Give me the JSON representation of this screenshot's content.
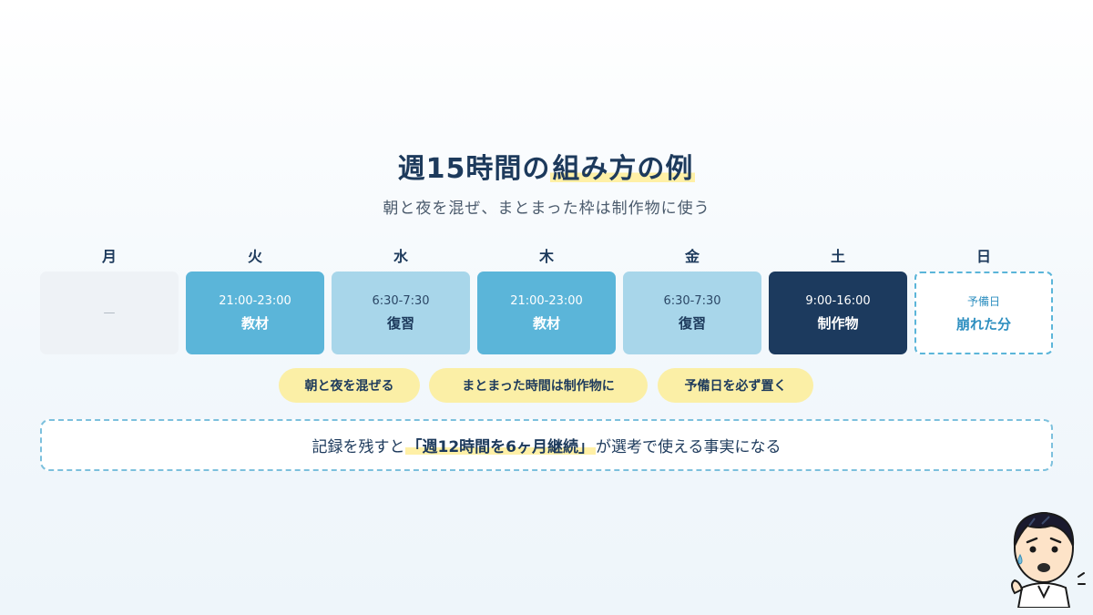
{
  "header": {
    "title_main": "週15時間の",
    "title_highlight": "組み方の例",
    "subtitle": "朝と夜を混ぜ、まとまった枠は制作物に使う"
  },
  "days": [
    "月",
    "火",
    "水",
    "木",
    "金",
    "土",
    "日"
  ],
  "slots": [
    {
      "time": "",
      "task": "—",
      "style": "empty"
    },
    {
      "time": "21:00-23:00",
      "task": "教材",
      "style": "mid"
    },
    {
      "time": "6:30-7:30",
      "task": "復習",
      "style": "light"
    },
    {
      "time": "21:00-23:00",
      "task": "教材",
      "style": "mid"
    },
    {
      "time": "6:30-7:30",
      "task": "復習",
      "style": "light"
    },
    {
      "time": "9:00-16:00",
      "task": "制作物",
      "style": "dark"
    },
    {
      "time": "予備日",
      "task": "崩れた分",
      "style": "reserve"
    }
  ],
  "pills": [
    "朝と夜を混ぜる",
    "まとまった時間は制作物に",
    "予備日を必ず置く"
  ],
  "note": {
    "before": "記録を残すと",
    "highlight": "「週12時間を6ヶ月継続」",
    "after": "が選考で使える事実になる"
  },
  "colors": {
    "navy": "#1c3a5e",
    "mid_blue": "#5bb5d9",
    "light_blue": "#a8d6ea",
    "highlight_yellow": "#fbefa6"
  },
  "icons": {
    "avatar": "worried-man-avatar-icon"
  }
}
